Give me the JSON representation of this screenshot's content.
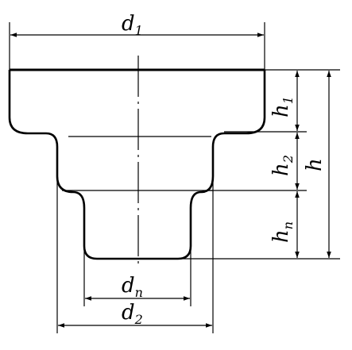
{
  "labels": {
    "d1": {
      "main": "d",
      "sub": "1"
    },
    "dn": {
      "main": "d",
      "sub": "n"
    },
    "d2": {
      "main": "d",
      "sub": "2"
    },
    "h1": {
      "main": "h",
      "sub": "1"
    },
    "h2": {
      "main": "h",
      "sub": "2"
    },
    "hn": {
      "main": "h",
      "sub": "n"
    },
    "h": {
      "main": "h",
      "sub": ""
    }
  },
  "colors": {
    "stroke": "#000000",
    "background": "#ffffff"
  }
}
